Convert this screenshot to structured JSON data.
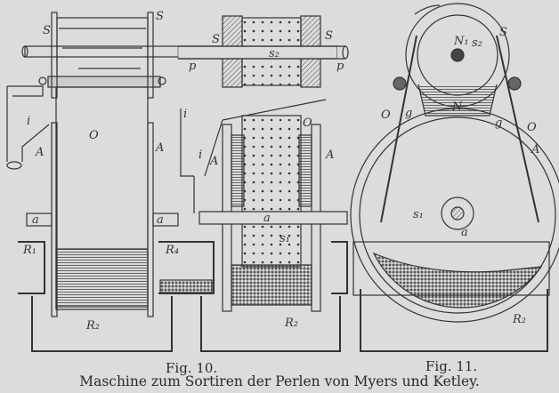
{
  "figure": {
    "fig10_label": "Fig. 10.",
    "fig11_label": "Fig. 11.",
    "caption": "Maschine zum Sortiren der Perlen von Myers und Ketley.",
    "labels": {
      "S": "S",
      "O": "O",
      "A": "A",
      "i": "i",
      "a": "a",
      "p": "p",
      "R1": "R₁",
      "R2": "R₂",
      "R4": "R₄",
      "s1": "s₁",
      "s2": "s₂",
      "N": "N",
      "N1": "N₁",
      "g": "g"
    },
    "colors": {
      "paper": "#dcdcdc",
      "ink": "#333333"
    }
  }
}
